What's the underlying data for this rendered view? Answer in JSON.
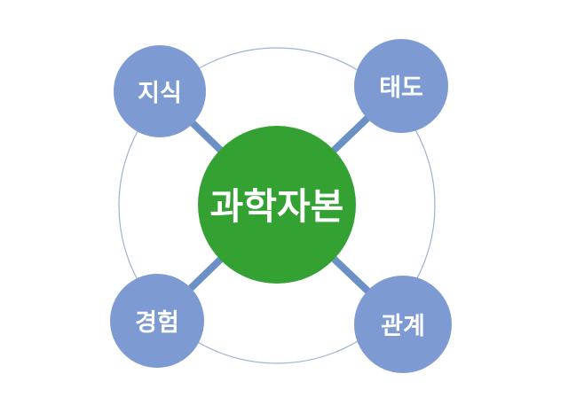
{
  "diagram": {
    "center_node": {
      "label": "과학자본"
    },
    "nodes": [
      {
        "id": "top-left",
        "label": "지식"
      },
      {
        "id": "top-right",
        "label": "태도"
      },
      {
        "id": "bottom-left",
        "label": "경험"
      },
      {
        "id": "bottom-right",
        "label": "관계"
      }
    ],
    "colors": {
      "background": "#FFFFFF",
      "center_fill": "#33A233",
      "node_fill": "#7D9BD2",
      "connector_stroke": "#6B90C6",
      "outer_ring_stroke": "#9FB0D8",
      "label_text": "#FFFFFF"
    }
  }
}
